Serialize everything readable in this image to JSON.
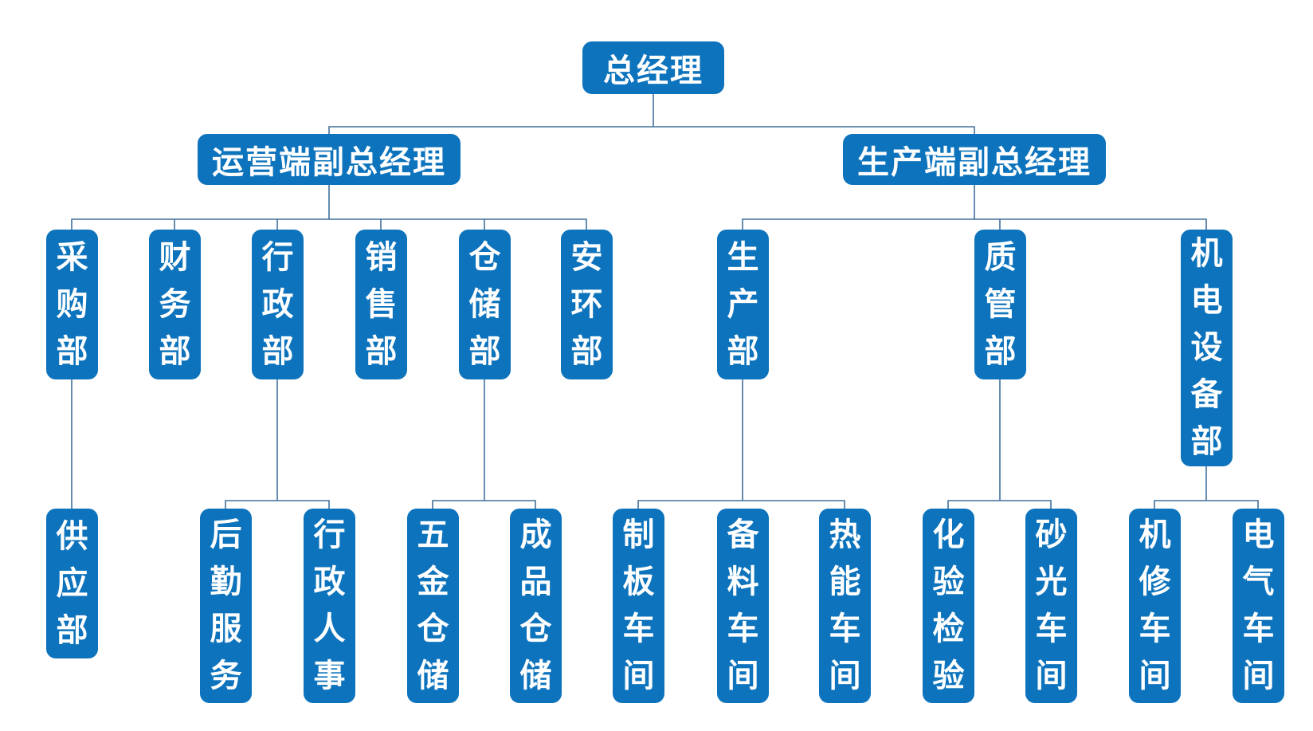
{
  "org": {
    "root": "总经理",
    "branches": [
      {
        "label": "运营端副总经理",
        "departments": [
          {
            "label": "采购部",
            "children": [
              "供应部"
            ]
          },
          {
            "label": "财务部",
            "children": []
          },
          {
            "label": "行政部",
            "children": [
              "后勤服务",
              "行政人事"
            ]
          },
          {
            "label": "销售部",
            "children": []
          },
          {
            "label": "仓储部",
            "children": [
              "五金仓储",
              "成品仓储"
            ]
          },
          {
            "label": "安环部",
            "children": []
          }
        ]
      },
      {
        "label": "生产端副总经理",
        "departments": [
          {
            "label": "生产部",
            "children": [
              "制板车间",
              "备料车间",
              "热能车间"
            ]
          },
          {
            "label": "质管部",
            "children": [
              "化验检验",
              "砂光车间"
            ]
          },
          {
            "label": "机电设备部",
            "children": [
              "机修车间",
              "电气车间"
            ]
          }
        ]
      }
    ],
    "colors": {
      "node_fill": "#0d73bc",
      "connector": "#41719c",
      "text": "#ffffff",
      "background": "#ffffff"
    }
  }
}
